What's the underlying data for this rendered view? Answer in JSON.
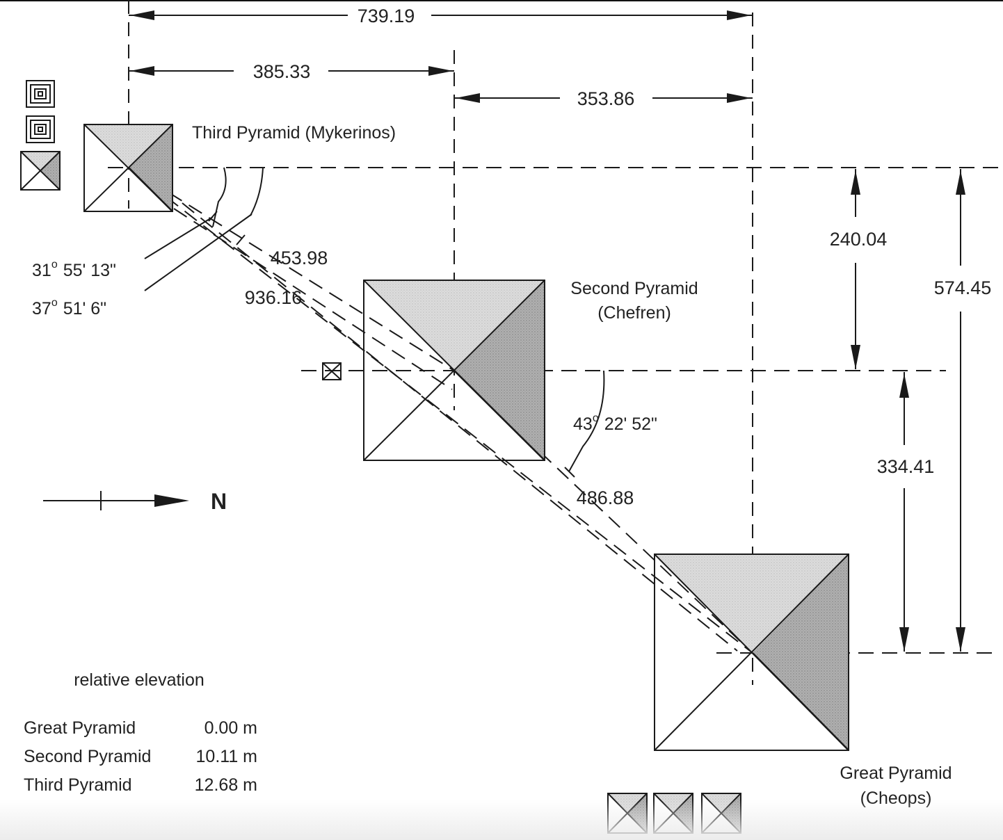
{
  "dimensions": {
    "top_739": "739.19",
    "top_385": "385.33",
    "top_353": "353.86",
    "right_240": "240.04",
    "right_574": "574.45",
    "right_334": "334.41",
    "diag_453": "453.98",
    "diag_936": "936.16",
    "diag_486": "486.88"
  },
  "angles": [
    {
      "deg": "31",
      "mark": "o",
      "rest": "55' 13\""
    },
    {
      "deg": "37",
      "mark": "o",
      "rest": "51'  6\""
    },
    {
      "deg": "43",
      "mark": "o",
      "rest": "22' 52\""
    }
  ],
  "pyramids": {
    "third": {
      "label": "Third Pyramid (Mykerinos)"
    },
    "second": {
      "label_line1": "Second Pyramid",
      "label_line2": "(Chefren)"
    },
    "great": {
      "label_line1": "Great Pyramid",
      "label_line2": "(Cheops)"
    }
  },
  "north": {
    "label": "N"
  },
  "elevation": {
    "title": "relative elevation",
    "rows": [
      {
        "name": "Great Pyramid",
        "value": "0.00 m"
      },
      {
        "name": "Second Pyramid",
        "value": "10.11 m"
      },
      {
        "name": "Third Pyramid",
        "value": "12.68 m"
      }
    ]
  },
  "colors": {
    "line": "#1a1a1a",
    "shade_light": "#d4d4d4",
    "shade_dark": "#a6a6a6"
  }
}
